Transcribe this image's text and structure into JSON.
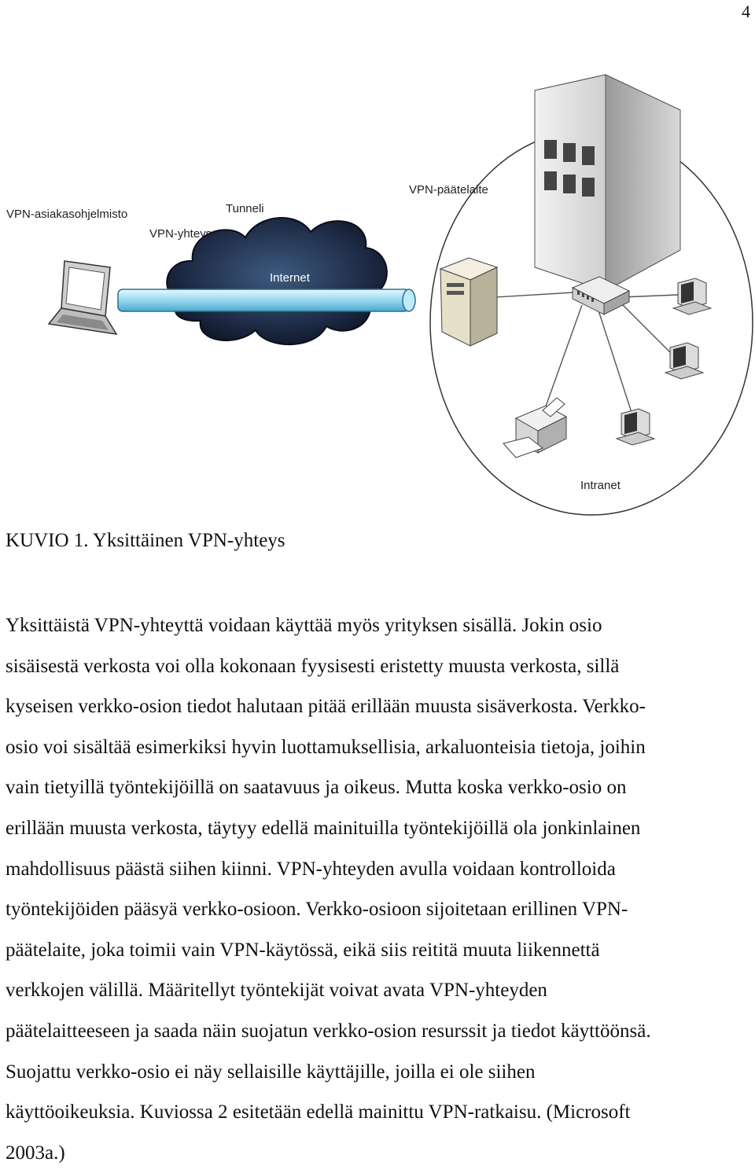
{
  "page_number": "4",
  "figure": {
    "labels": {
      "client_software": "VPN-asiakasohjelmisto",
      "tunnel": "Tunneli",
      "vpn_connection": "VPN-yhteys",
      "internet": "Internet",
      "vpn_terminal": "VPN-päätelaite",
      "intranet": "Intranet"
    }
  },
  "caption": "KUVIO 1. Yksittäinen VPN-yhteys",
  "paragraph_lines": [
    "Yksittäistä VPN-yhteyttä voidaan käyttää myös yrityksen sisällä. Jokin osio",
    "sisäisestä verkosta voi olla kokonaan fyysisesti eristetty muusta verkosta, sillä",
    "kyseisen verkko-osion tiedot halutaan pitää erillään muusta sisäverkosta. Verkko-",
    "osio voi sisältää esimerkiksi hyvin luottamuksellisia, arkaluonteisia tietoja, joihin",
    "vain tietyillä työntekijöillä on saatavuus ja oikeus. Mutta koska verkko-osio on",
    "erillään muusta verkosta, täytyy edellä mainituilla työntekijöillä ola jonkinlainen",
    "mahdollisuus päästä siihen kiinni. VPN-yhteyden avulla voidaan kontrolloida",
    "työntekijöiden pääsyä verkko-osioon. Verkko-osioon sijoitetaan erillinen VPN-",
    "päätelaite, joka toimii vain VPN-käytössä, eikä siis reititä muuta liikennettä",
    "verkkojen välillä. Määritellyt työntekijät voivat avata VPN-yhteyden",
    "päätelaitteeseen ja saada näin suojatun verkko-osion resurssit ja tiedot käyttöönsä.",
    "Suojattu verkko-osio ei näy sellaisille käyttäjille, joilla ei ole siihen",
    "käyttöoikeuksia. Kuviossa 2 esitetään edellä mainittu VPN-ratkaisu. (Microsoft",
    "2003a.)"
  ]
}
